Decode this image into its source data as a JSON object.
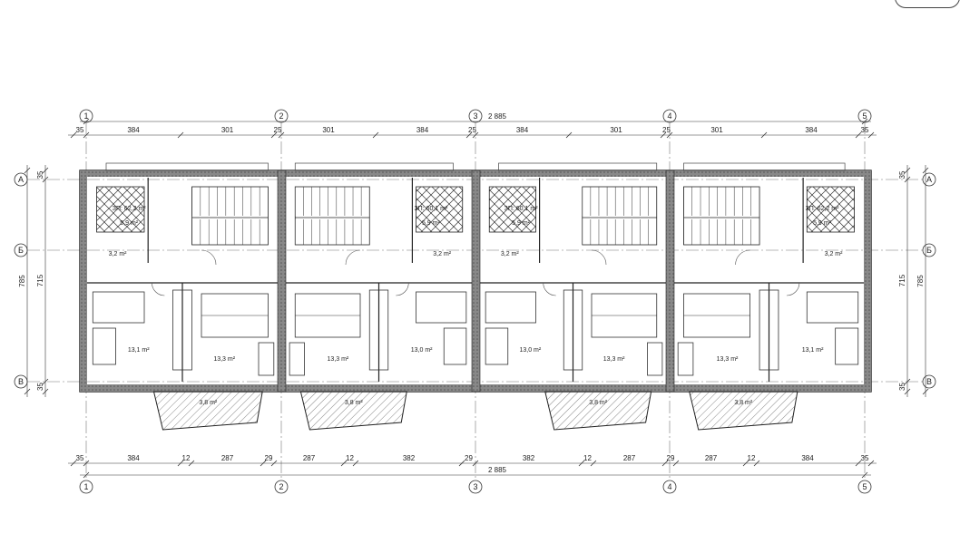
{
  "axes": {
    "columns": [
      "1",
      "2",
      "3",
      "4",
      "5"
    ],
    "rows": [
      "А",
      "Б",
      "В"
    ]
  },
  "dimensions": {
    "overall_top": "2 885",
    "overall_bottom": "2 885",
    "top": [
      "35",
      "384",
      "301",
      "25",
      "301",
      "384",
      "25",
      "384",
      "301",
      "25",
      "301",
      "384",
      "35"
    ],
    "bottom": [
      "35",
      "384",
      "12",
      "287",
      "29",
      "287",
      "12",
      "382",
      "29",
      "382",
      "12",
      "287",
      "29",
      "287",
      "12",
      "384",
      "35"
    ],
    "left_outer": "785",
    "left_inner": "715",
    "left_top": "35",
    "left_bottom": "35",
    "right_outer": "785",
    "right_inner": "715",
    "right_top": "35",
    "right_bottom": "35"
  },
  "areas": {
    "gross": [
      "ЗП: 62,2 m²",
      "ЗП: 60,1 m²",
      "ЗП: 60,1 m²",
      "ЗП: 62,2 m²"
    ],
    "hall": [
      "5,9 m²",
      "5,9 m²",
      "5,9 m²",
      "5,9 m²"
    ],
    "bath": [
      "3,2 m²",
      "3,2 m²",
      "3,2 m²",
      "3,2 m²"
    ],
    "bed_a": [
      "13,1 m²",
      "13,0 m²",
      "13,0 m²",
      "13,1 m²"
    ],
    "bed_b": [
      "13,3 m²",
      "13,3 m²",
      "13,3 m²",
      "13,3 m²"
    ],
    "balcony": [
      "3,8 m²",
      "3,8 m²",
      "3,8 m²",
      "3,8 m²"
    ]
  }
}
